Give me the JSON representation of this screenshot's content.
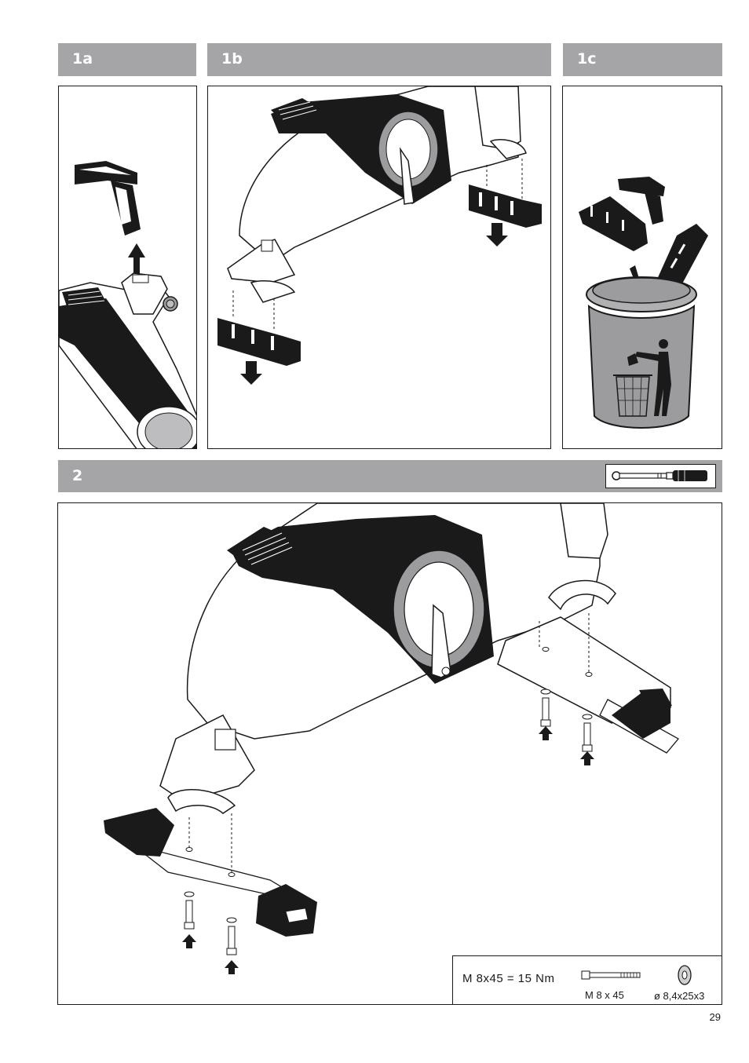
{
  "steps": {
    "s1a": "1a",
    "s1b": "1b",
    "s1c": "1c",
    "s2": "2"
  },
  "spec": {
    "torque": "M 8x45 = 15 Nm",
    "bolt_label": "M 8 x 45",
    "washer_label": "ø 8,4x25x3"
  },
  "page_number": "29",
  "colors": {
    "header_gray": "#a5a5a7",
    "bin_gray": "#9c9c9e",
    "ink": "#1a1a1a"
  },
  "icons": [
    "arrow-up-icon",
    "arrow-down-icon",
    "trash-bin-icon",
    "torque-wrench-icon",
    "bolt-icon",
    "washer-icon"
  ]
}
